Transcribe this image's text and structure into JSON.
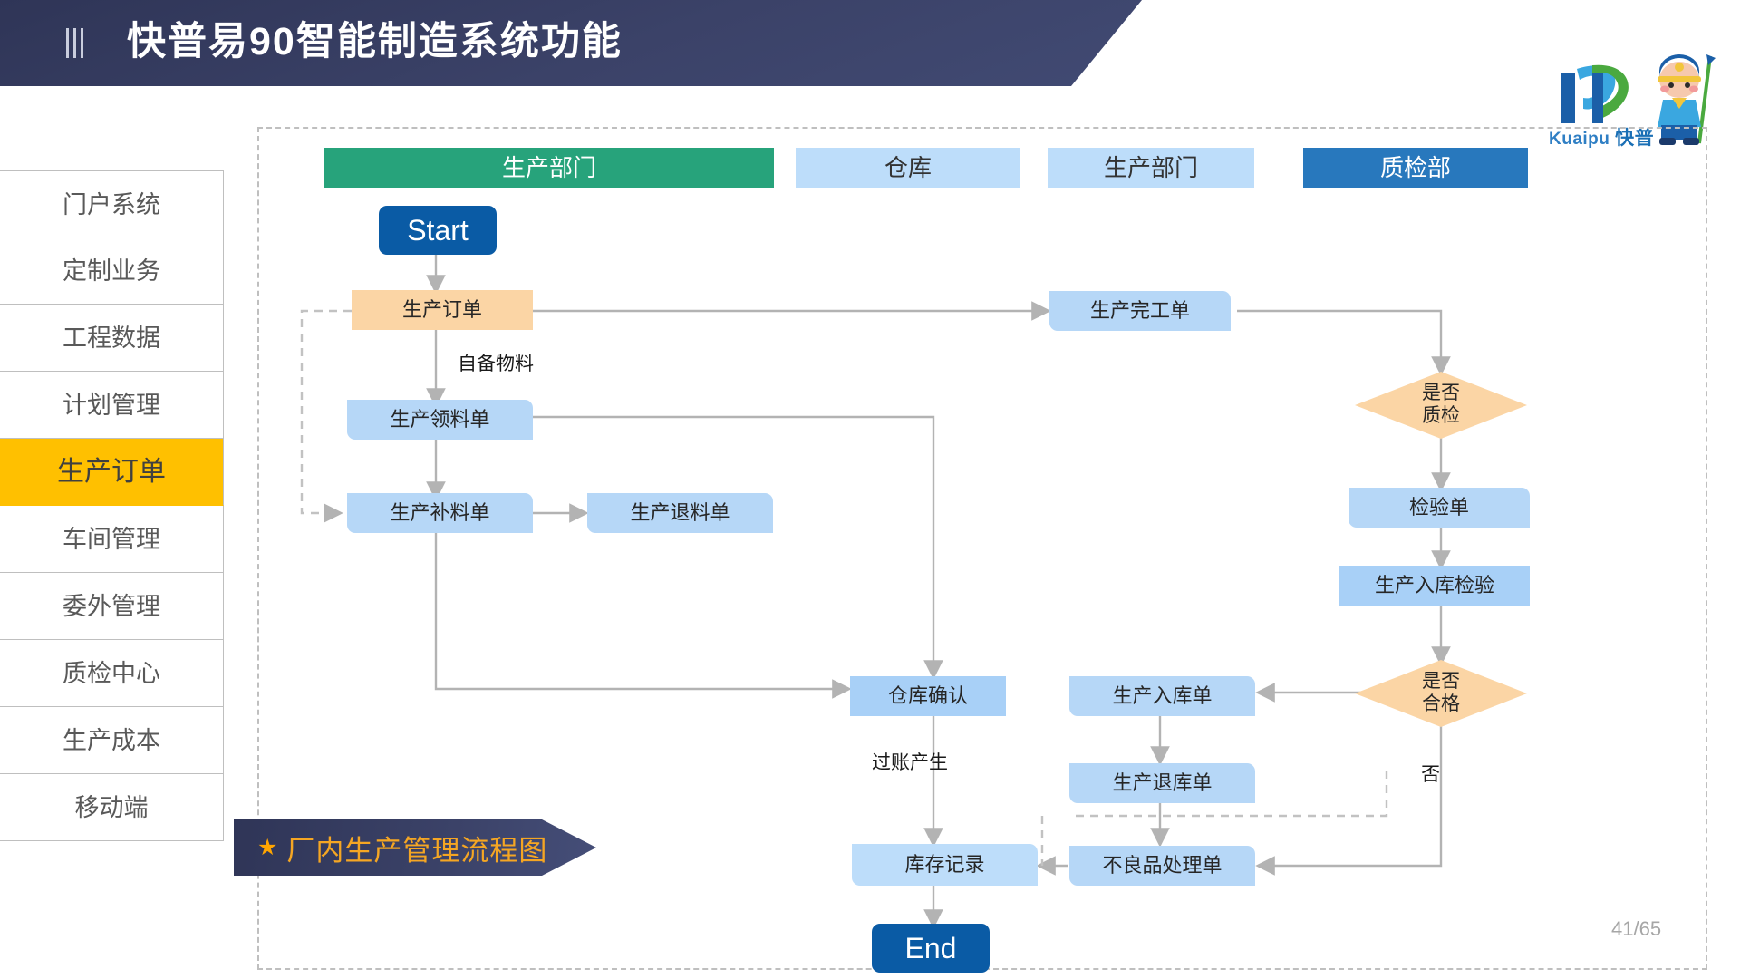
{
  "header": {
    "title": "快普易90智能制造系统功能",
    "menu_icon": "hamburger-icon"
  },
  "logo": {
    "mark": "KP",
    "latin": "Kuaipu",
    "chinese": "快普",
    "trademark": "®"
  },
  "sidebar": {
    "items": [
      {
        "label": "门户系统",
        "active": false
      },
      {
        "label": "定制业务",
        "active": false
      },
      {
        "label": "工程数据",
        "active": false
      },
      {
        "label": "计划管理",
        "active": false
      },
      {
        "label": "生产订单",
        "active": true
      },
      {
        "label": "车间管理",
        "active": false
      },
      {
        "label": "委外管理",
        "active": false
      },
      {
        "label": "质检中心",
        "active": false
      },
      {
        "label": "生产成本",
        "active": false
      },
      {
        "label": "移动端",
        "active": false
      }
    ],
    "active_color": "#ffc000"
  },
  "diagram": {
    "lanes": [
      {
        "label": "生产部门",
        "style": "green"
      },
      {
        "label": "仓库",
        "style": "lblue"
      },
      {
        "label": "生产部门",
        "style": "lblue"
      },
      {
        "label": "质检部",
        "style": "dblue"
      }
    ],
    "nodes": [
      {
        "id": "start",
        "label": "Start",
        "shape": "rounded-terminator",
        "color": "#0a5ba5"
      },
      {
        "id": "n1",
        "label": "生产订单",
        "shape": "rect",
        "color": "#fbd5a5"
      },
      {
        "id": "n2",
        "label": "生产领料单",
        "shape": "clipped-rect",
        "color": "#b6d7f7"
      },
      {
        "id": "n3",
        "label": "生产补料单",
        "shape": "clipped-rect",
        "color": "#b6d7f7"
      },
      {
        "id": "n4",
        "label": "生产退料单",
        "shape": "clipped-rect",
        "color": "#b6d7f7"
      },
      {
        "id": "n5",
        "label": "生产完工单",
        "shape": "clipped-rect",
        "color": "#b6d7f7"
      },
      {
        "id": "d1",
        "label": "是否\n质检",
        "shape": "diamond",
        "color": "#fbd5a5"
      },
      {
        "id": "n6",
        "label": "检验单",
        "shape": "clipped-rect",
        "color": "#b6d7f7"
      },
      {
        "id": "n7",
        "label": "生产入库检验",
        "shape": "rect",
        "color": "#a8d0f7"
      },
      {
        "id": "n8",
        "label": "仓库确认",
        "shape": "rect",
        "color": "#a8d0f7"
      },
      {
        "id": "n9",
        "label": "生产入库单",
        "shape": "clipped-rect",
        "color": "#b6d7f7"
      },
      {
        "id": "d2",
        "label": "是否\n合格",
        "shape": "diamond",
        "color": "#fbd5a5"
      },
      {
        "id": "n10",
        "label": "生产退库单",
        "shape": "clipped-rect",
        "color": "#b6d7f7"
      },
      {
        "id": "n11",
        "label": "库存记录",
        "shape": "clipped-rect",
        "color": "#bdddfa"
      },
      {
        "id": "n12",
        "label": "不良品处理单",
        "shape": "clipped-rect",
        "color": "#b6d7f7"
      },
      {
        "id": "end",
        "label": "End",
        "shape": "rounded-terminator",
        "color": "#0a5ba5"
      }
    ],
    "edge_labels": [
      {
        "id": "e1",
        "text": "自备物料"
      },
      {
        "id": "e2",
        "text": "过账产生"
      },
      {
        "id": "e3",
        "text": "否"
      }
    ],
    "diamond_lines": {
      "d1_line1": "是否",
      "d1_line2": "质检",
      "d2_line1": "是否",
      "d2_line2": "合格"
    }
  },
  "banner": {
    "star": "★",
    "text": "厂内生产管理流程图"
  },
  "footer": {
    "page": "41/65"
  }
}
